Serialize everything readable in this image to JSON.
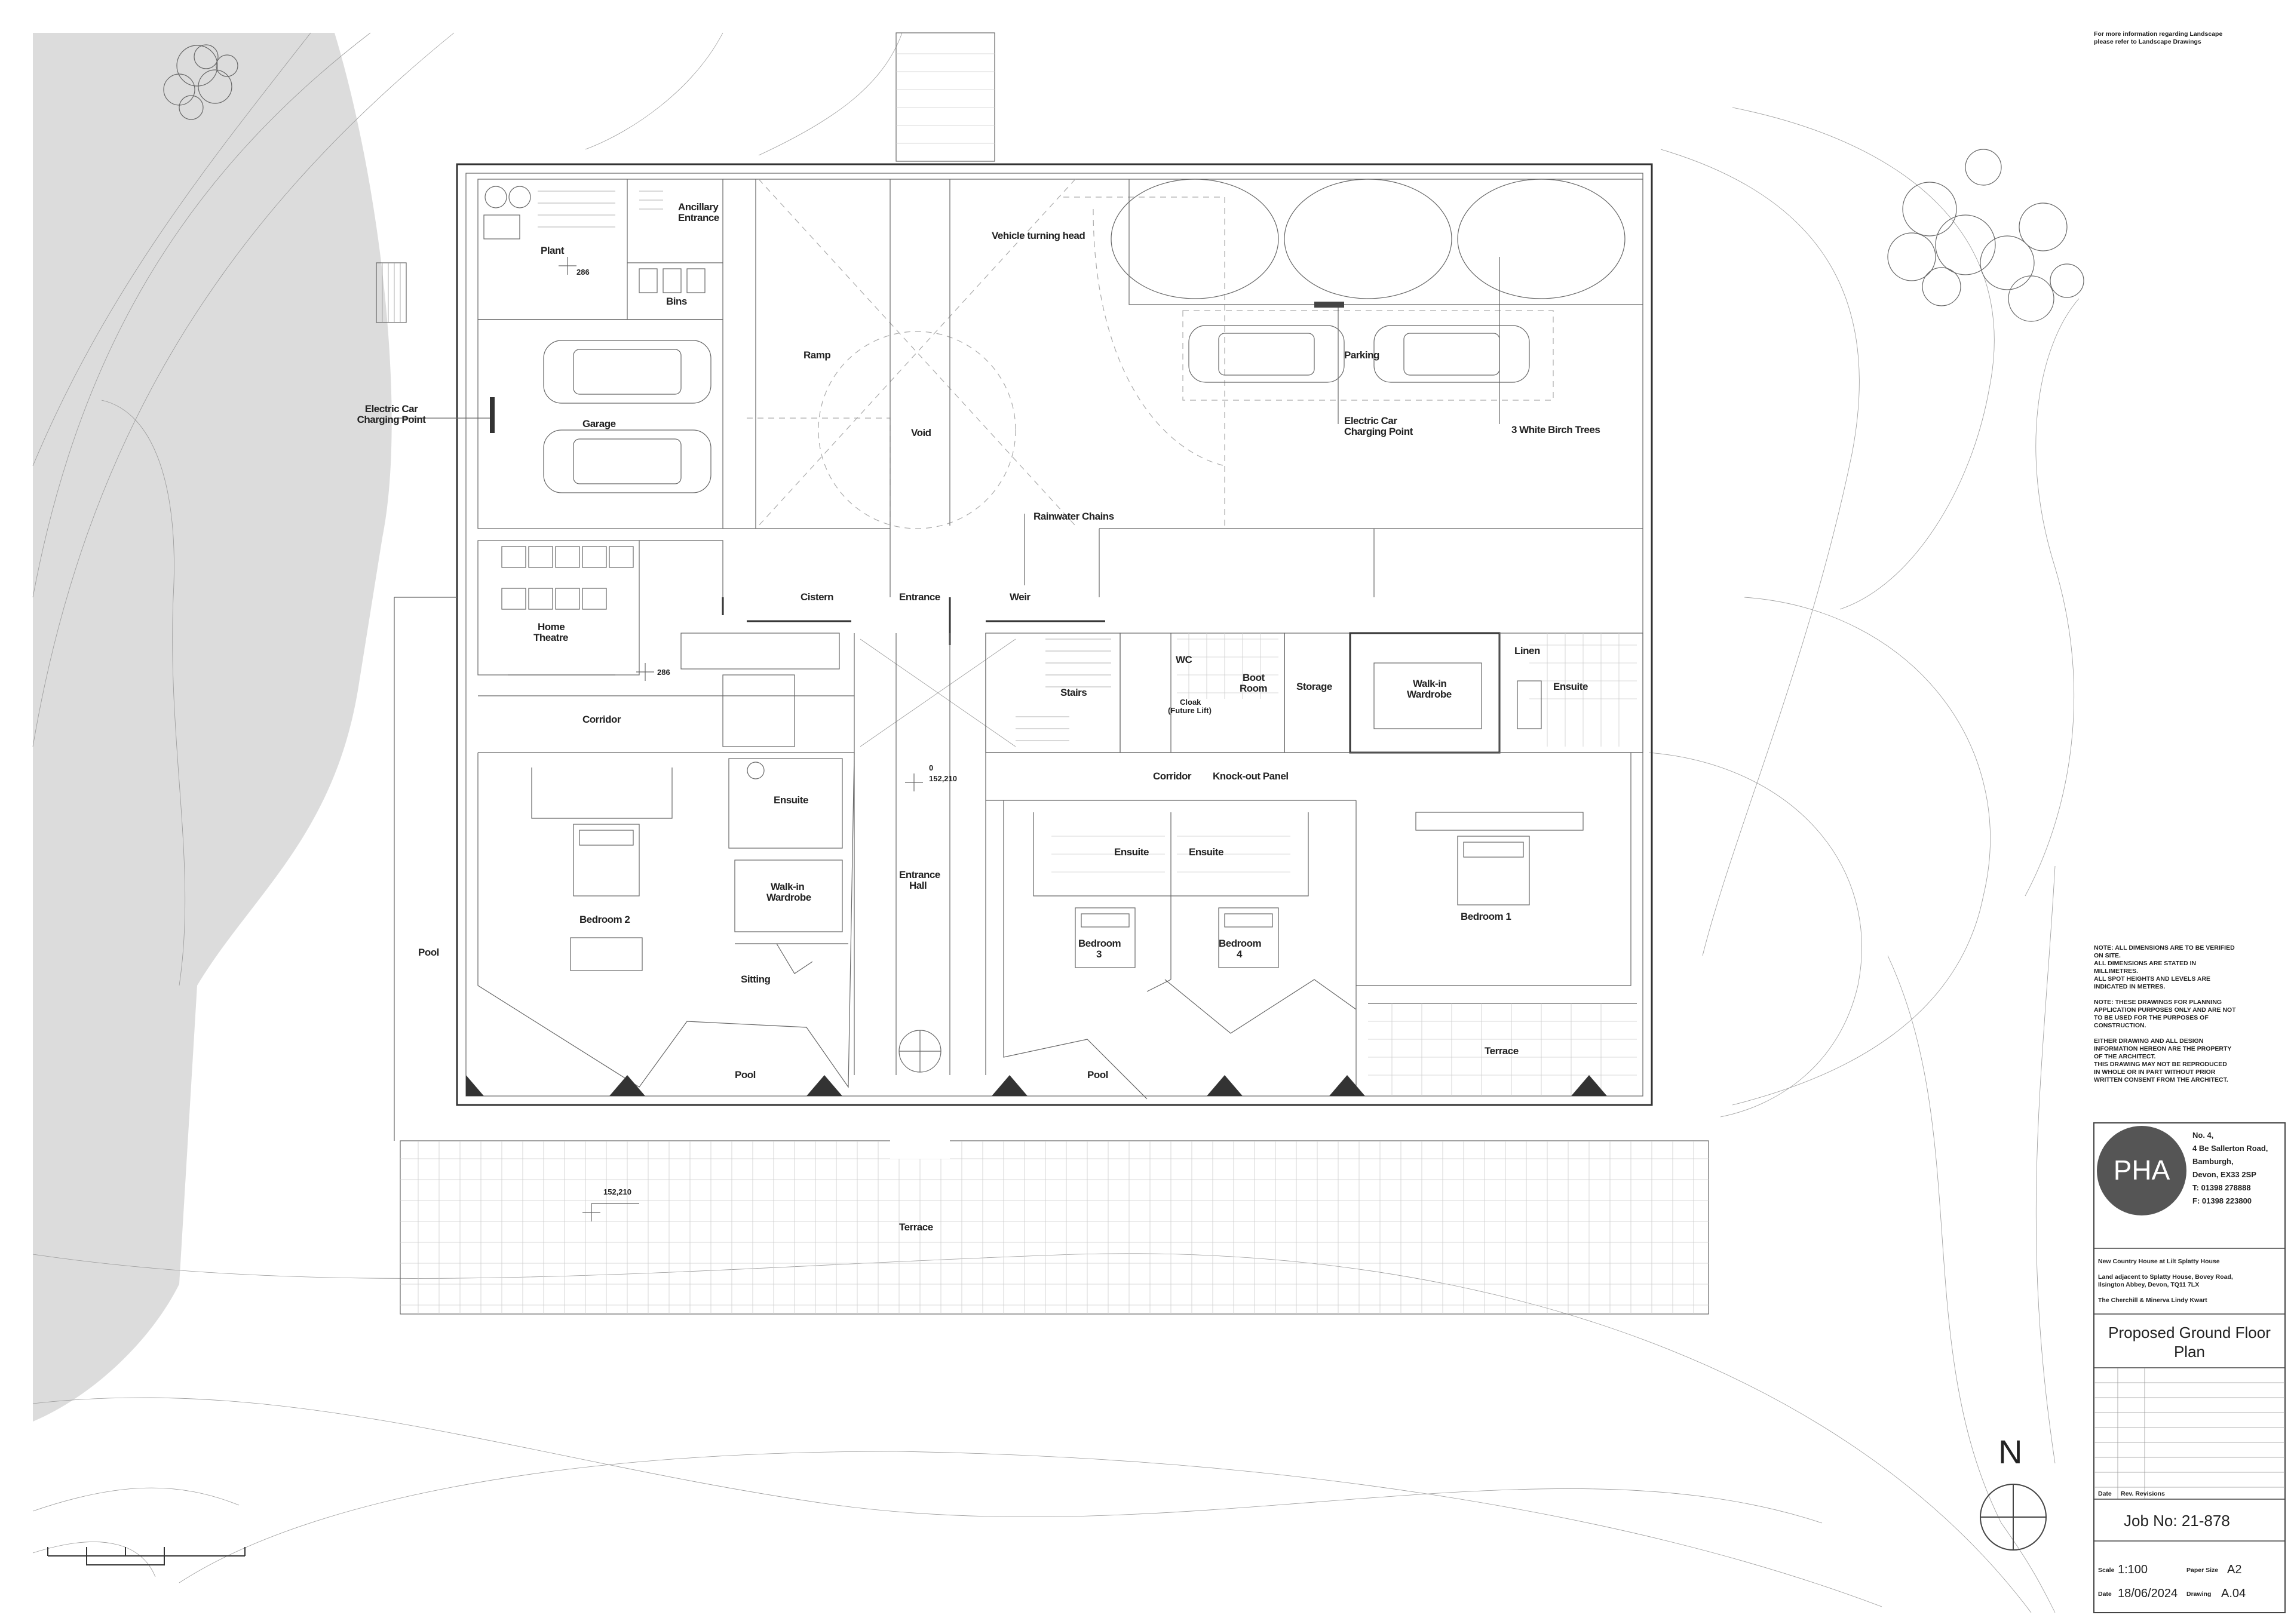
{
  "top_note": [
    "For more information regarding Landscape",
    "please refer to Landscape Drawings"
  ],
  "rooms": {
    "plant": "Plant",
    "ancillary": [
      "Ancillary",
      "Entrance"
    ],
    "bins": "Bins",
    "garage": "Garage",
    "ev_left": [
      "Electric Car",
      "Charging Point"
    ],
    "ramp": "Ramp",
    "void": "Void",
    "vehicle_turning": "Vehicle turning head",
    "parking": "Parking",
    "ev_right": [
      "Electric Car",
      "Charging Point"
    ],
    "birch": "3 White Birch Trees",
    "rainwater": "Rainwater Chains",
    "cistern": "Cistern",
    "entrance": "Entrance",
    "weir": "Weir",
    "home_theatre": [
      "Home",
      "Theatre"
    ],
    "corridor_left": "Corridor",
    "ensuite_left": "Ensuite",
    "walkin_left": [
      "Walk-in",
      "Wardrobe"
    ],
    "bedroom2": "Bedroom 2",
    "sitting": "Sitting",
    "pool_west": "Pool",
    "pool_left": "Pool",
    "entrance_hall": [
      "Entrance",
      "Hall"
    ],
    "stairs": "Stairs",
    "wc": "WC",
    "boot_room": [
      "Boot",
      "Room"
    ],
    "cloak": [
      "Cloak",
      "(Future Lift)"
    ],
    "storage": "Storage",
    "walkin_right": [
      "Walk-in",
      "Wardrobe"
    ],
    "linen": "Linen",
    "ensuite_right": "Ensuite",
    "corridor_right": "Corridor",
    "knockout": "Knock-out Panel",
    "ensuite_b3": "Ensuite",
    "ensuite_b4": "Ensuite",
    "bedroom3": [
      "Bedroom",
      "3"
    ],
    "bedroom4": [
      "Bedroom",
      "4"
    ],
    "bedroom1": "Bedroom 1",
    "pool_right": "Pool",
    "terrace_east": "Terrace",
    "terrace_south": "Terrace"
  },
  "levels": {
    "l1": "286",
    "l2": "286",
    "l3a": "0",
    "l3b": "152,210",
    "l4": "152,210"
  },
  "north": "N",
  "notes": [
    "NOTE: ALL DIMENSIONS ARE TO BE VERIFIED",
    "ON SITE.",
    "ALL DIMENSIONS ARE STATED IN",
    "MILLIMETRES.",
    "ALL SPOT HEIGHTS AND LEVELS ARE",
    "INDICATED IN METRES.",
    "",
    "NOTE: THESE DRAWINGS FOR PLANNING",
    "APPLICATION PURPOSES ONLY AND ARE NOT",
    "TO BE USED FOR THE PURPOSES OF",
    "CONSTRUCTION.",
    "",
    "EITHER DRAWING AND ALL DESIGN",
    "INFORMATION HEREON ARE THE PROPERTY",
    "OF THE ARCHITECT.",
    "THIS DRAWING MAY NOT BE REPRODUCED",
    "IN WHOLE OR IN PART WITHOUT PRIOR",
    "WRITTEN CONSENT FROM THE ARCHITECT."
  ],
  "logo": "PHA",
  "address": [
    "No. 4,",
    "4 Be Sallerton Road,",
    "Bamburgh,",
    "Devon, EX33 2SP",
    "T: 01398 278888",
    "F: 01398 223800"
  ],
  "project": {
    "name": "New Country House at Lilt Splatty House",
    "land": [
      "Land adjacent to Splatty House, Bovey Road,",
      "Ilsington Abbey, Devon, TQ11 7LX"
    ],
    "client": "The Cherchill & Minerva Lindy Kwart"
  },
  "drawing_title": [
    "Proposed Ground Floor",
    "Plan"
  ],
  "revision_labels": [
    "Date",
    "Rev. Revisions"
  ],
  "job_no": "Job No:  21-878",
  "scale_label": "Scale",
  "scale": "1:100",
  "paper_label": "Paper Size",
  "paper": "A2",
  "date_label": "Date",
  "date": "18/06/2024",
  "drawing_label": "Drawing",
  "drawing_no": "A.04"
}
